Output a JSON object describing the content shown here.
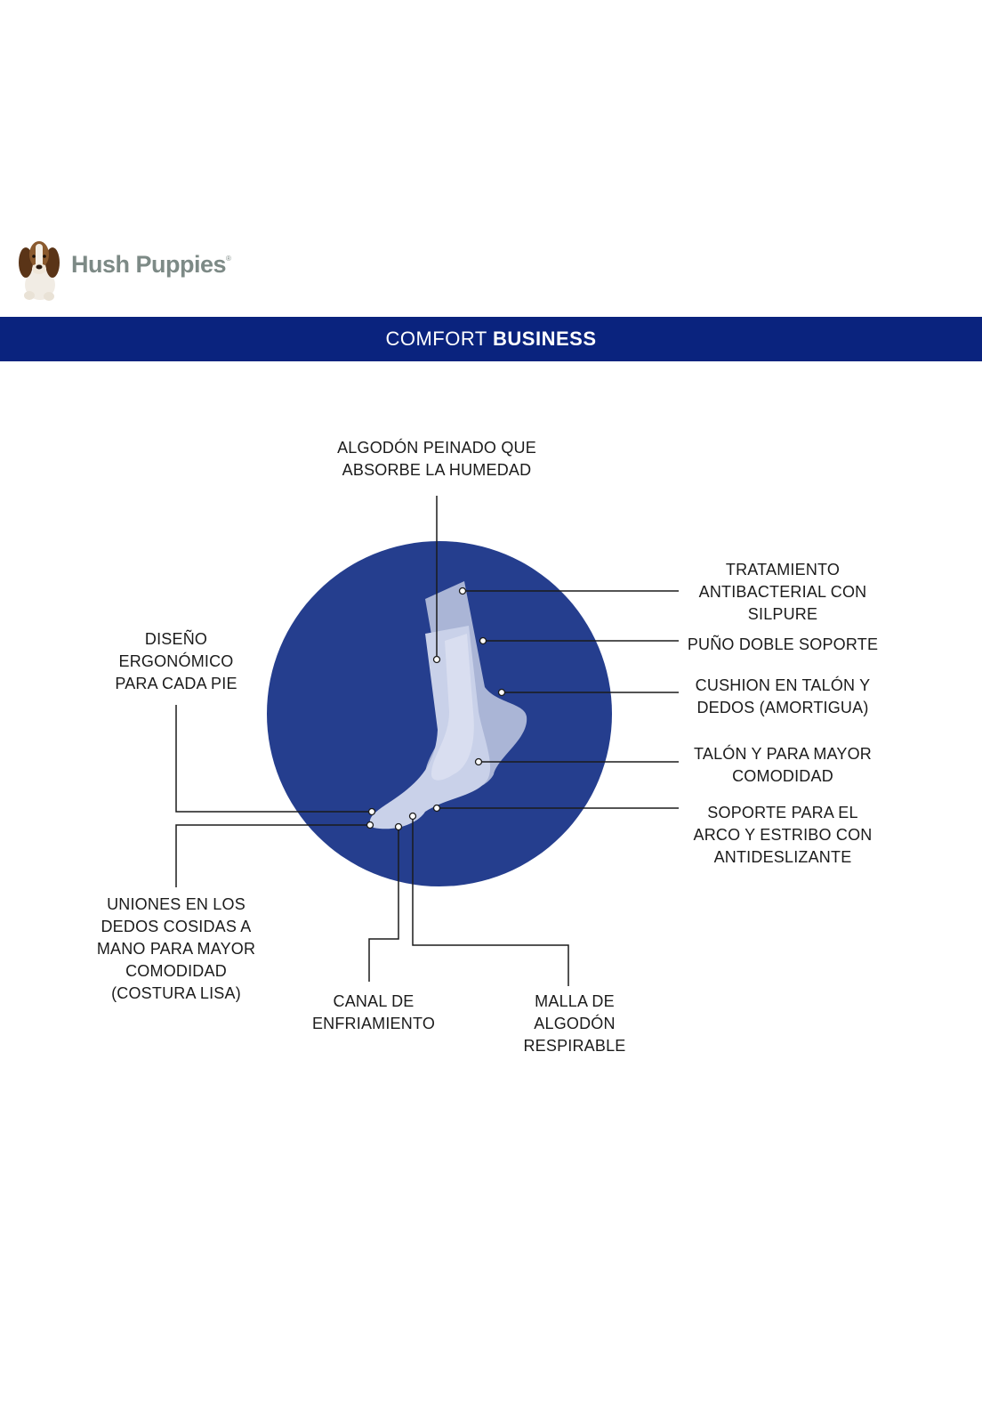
{
  "brand": {
    "name": "Hush Puppies",
    "trademark": "®"
  },
  "banner": {
    "light_text": "COMFORT",
    "bold_text": "BUSINESS",
    "background_color": "#0a237e"
  },
  "diagram": {
    "circle_color": "#253e8e",
    "sock_color": "#aab5d6",
    "callouts": {
      "top": "ALGODÓN PEINADO QUE\nABSORBE LA HUMEDAD",
      "antibacterial": "TRATAMIENTO\nANTIBACTERIAL CON\nSILPURE",
      "cuff": "PUÑO DOBLE SOPORTE",
      "cushion": "CUSHION EN TALÓN Y\nDEDOS (AMORTIGUA)",
      "heel": "TALÓN Y PARA MAYOR\nCOMODIDAD",
      "arch": "SOPORTE PARA EL\nARCO Y ESTRIBO CON\nANTIDESLIZANTE",
      "ergonomic": "DISEÑO\nERGONÓMICO\nPARA CADA PIE",
      "toe_seams": "UNIONES EN LOS\nDEDOS COSIDAS A\nMANO PARA MAYOR\nCOMODIDAD\n(COSTURA LISA)",
      "cooling": "CANAL DE\nENFRIAMIENTO",
      "mesh": "MALLA DE\nALGODÓN\nRESPIRABLE"
    }
  }
}
